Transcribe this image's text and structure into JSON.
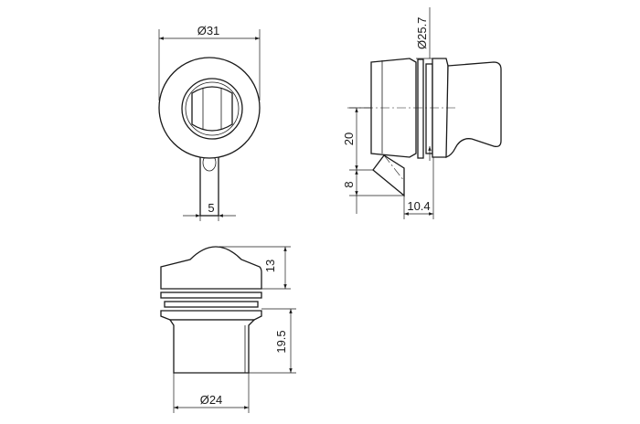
{
  "dimensions": {
    "top_diameter": "Ø31",
    "tab_width": "5",
    "side_diameter": "Ø25.7",
    "side_height_20": "20",
    "side_height_8": "8",
    "side_depth": "10.4",
    "front_height_13": "13",
    "front_height_19_5": "19.5",
    "bottom_diameter": "Ø24"
  },
  "colors": {
    "line": "#1a1a1a",
    "background": "#ffffff"
  }
}
